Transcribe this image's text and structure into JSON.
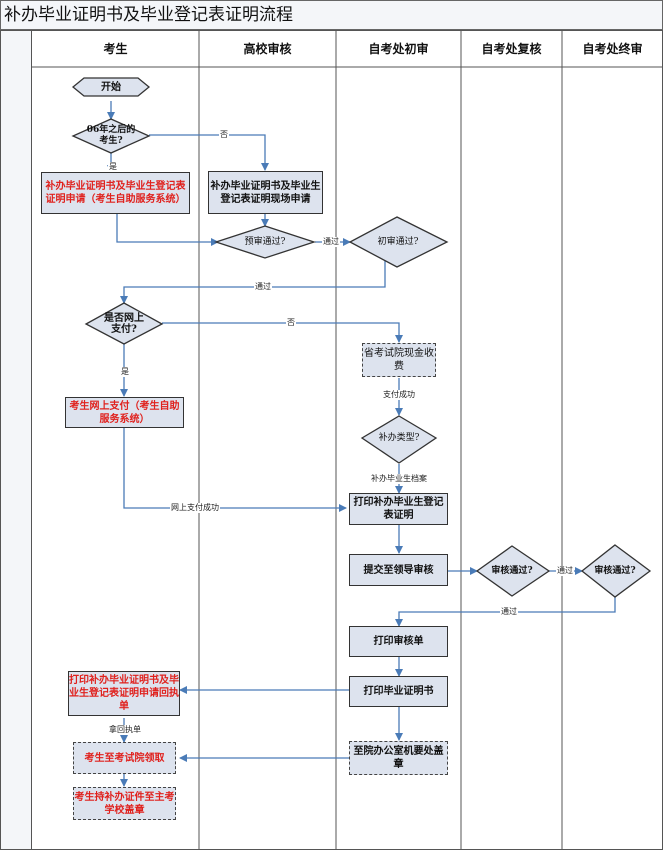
{
  "title": "补办毕业证明书及毕业登记表证明流程",
  "lanes": [
    "考生",
    "高校审核",
    "自考处初审",
    "自考处复核",
    "自考处终审"
  ],
  "nodes": {
    "start": "开始",
    "d_after06": "06年之后的考生?",
    "n_apply_online": "补办毕业证明书及毕业生登记表证明申请（考生自助服务系统）",
    "n_apply_onsite": "补办毕业证明书及毕业生登记表证明现场申请",
    "d_pre": "预审通过?",
    "d_first": "初审通过?",
    "d_pay_online": "是否网上支付?",
    "n_cash": "省考试院现金收费",
    "n_online_pay": "考生网上支付（考生自助服务系统）",
    "d_type": "补办类型?",
    "n_print_reg": "打印补办毕业生登记表证明",
    "n_submit": "提交至领导审核",
    "d_review": "审核通过?",
    "d_final": "审核通过?",
    "n_print_sheet": "打印审核单",
    "n_print_cert": "打印毕业证明书",
    "n_receipt": "打印补办毕业证明书及毕业生登记表证明申请回执单",
    "n_office": "至院办公室机要处盖章",
    "n_pickup": "考生至考试院领取",
    "n_stamp": "考生持补办证件至主考学校盖章"
  },
  "edge_labels": {
    "no1": "否",
    "yes1": "是",
    "pass1": "通过",
    "pass2": "通过",
    "no2": "否",
    "yes2": "是",
    "pay_ok": "支付成功",
    "archive": "补办毕业生档案",
    "online_ok": "网上支付成功",
    "pass3": "通过",
    "pass4": "通过",
    "take": "拿回执单"
  },
  "colors": {
    "box_fill": "#dde3ee",
    "red_text": "#e0211d",
    "arrow": "#4a7bb7",
    "line": "#333333"
  }
}
